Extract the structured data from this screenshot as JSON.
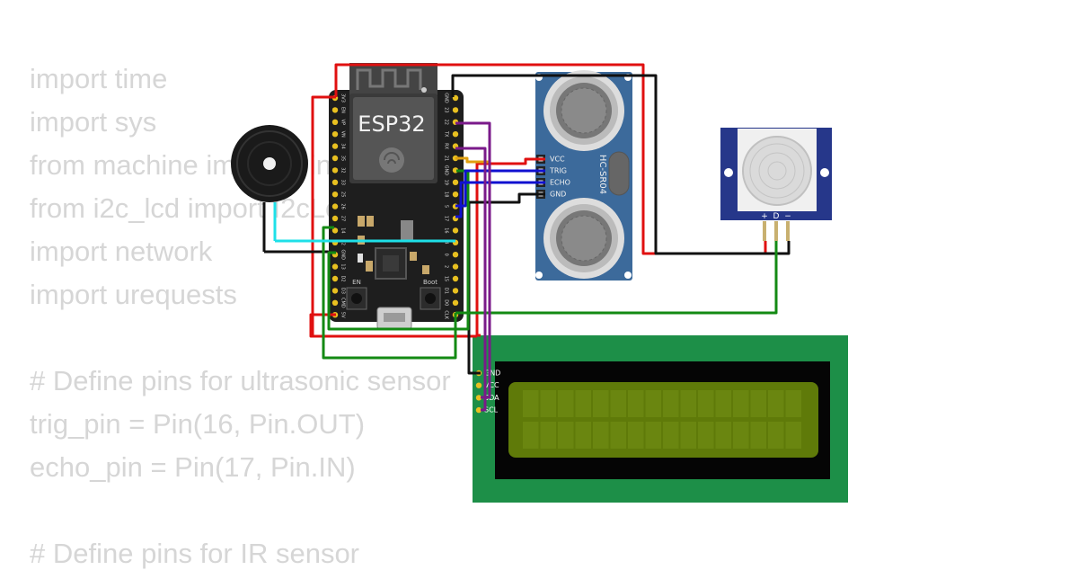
{
  "code_lines": [
    "import time",
    "import sys",
    "from machine import Pin",
    "from i2c_lcd import I2cLcd",
    "import network",
    "import urequests",
    "",
    "# Define pins for ultrasonic sensor",
    "trig_pin = Pin(16, Pin.OUT)",
    "echo_pin = Pin(17, Pin.IN)",
    "",
    "# Define pins for IR sensor"
  ],
  "esp32": {
    "label": "ESP32",
    "left_pins": [
      "3V3",
      "EN",
      "VP",
      "VN",
      "34",
      "35",
      "32",
      "33",
      "25",
      "26",
      "27",
      "14",
      "12",
      "GND",
      "13",
      "D2",
      "D3",
      "CMD",
      "5V"
    ],
    "right_pins": [
      "GND",
      "23",
      "22",
      "TX",
      "RX",
      "21",
      "GND",
      "19",
      "18",
      "5",
      "17",
      "16",
      "4",
      "0",
      "2",
      "15",
      "D1",
      "D0",
      "CLK"
    ],
    "en_label": "EN",
    "boot_label": "Boot"
  },
  "hcsr04": {
    "label": "HC-SR04",
    "pins": [
      "VCC",
      "TRIG",
      "ECHO",
      "GND"
    ]
  },
  "pir": {
    "pins": [
      "+",
      "D",
      "−"
    ]
  },
  "lcd": {
    "pins": [
      "GND",
      "VCC",
      "SDA",
      "SCL"
    ]
  },
  "colors": {
    "board_green": "#1d8f48",
    "lcd_screen": "#5f7a09",
    "sensor_blue": "#3c6a9b",
    "pir_blue": "#26378a",
    "wire_red": "#e01010",
    "wire_black": "#111111",
    "wire_green": "#138a13",
    "wire_blue": "#1010d0",
    "wire_purple": "#7a1a8a",
    "wire_cyan": "#1ee0e8"
  }
}
